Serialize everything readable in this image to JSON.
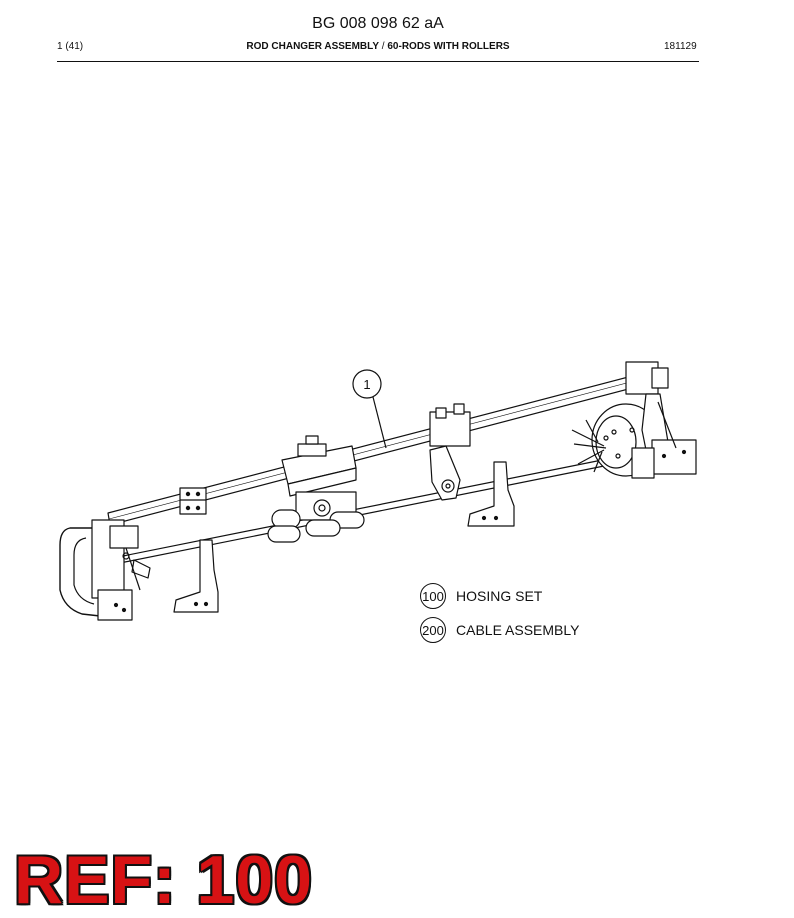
{
  "header": {
    "doc_number": "BG 008 098 62 aA",
    "page_index": "1 (41)",
    "title_main": "ROD CHANGER ASSEMBLY",
    "title_sep": " / ",
    "title_sub": "60-RODS WITH ROLLERS",
    "date": "181129"
  },
  "drawing": {
    "balloon_1": "1"
  },
  "legend": [
    {
      "number": "100",
      "label": "HOSING SET"
    },
    {
      "number": "200",
      "label": "CABLE ASSEMBLY"
    }
  ],
  "ref_stamp": "REF: 100",
  "colors": {
    "ref_stamp": "#d71214",
    "line": "#111111"
  }
}
